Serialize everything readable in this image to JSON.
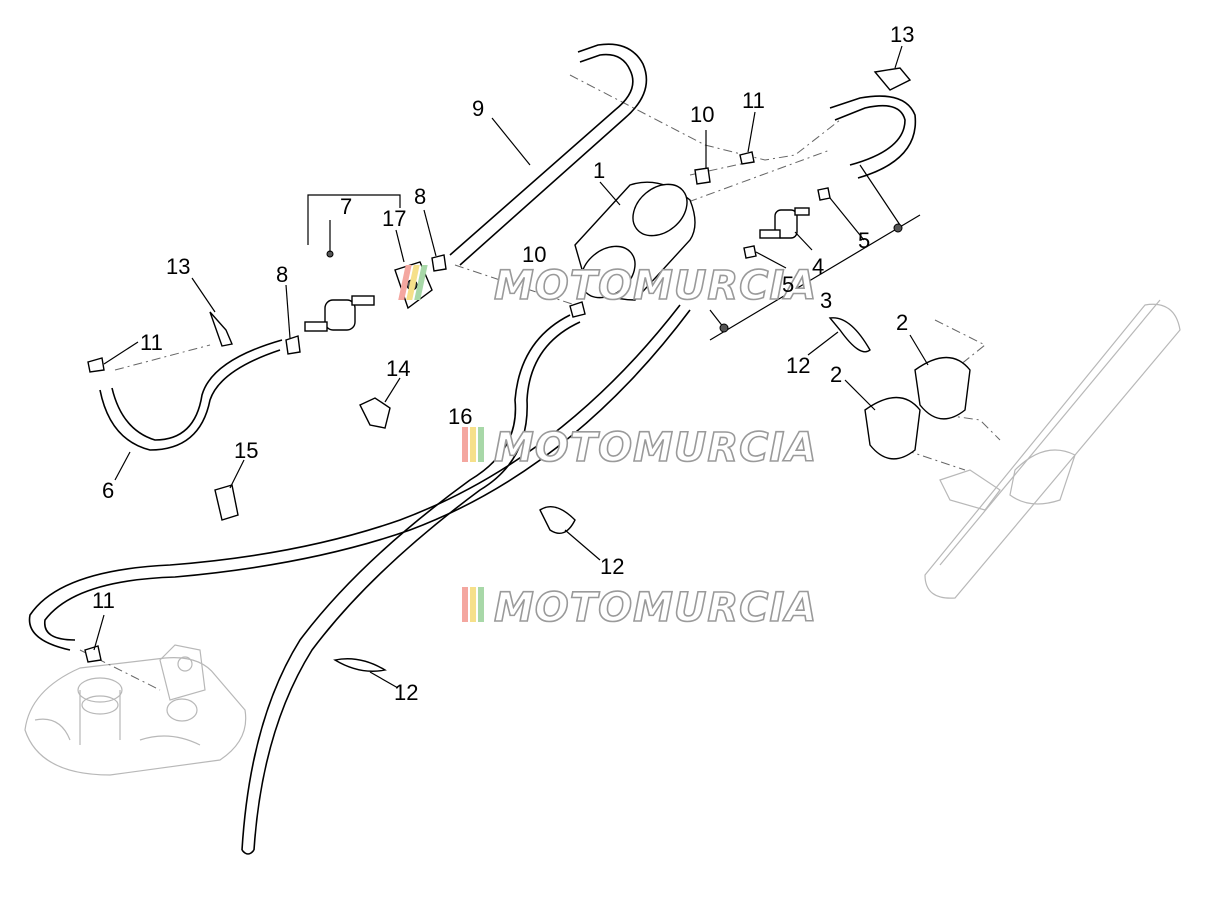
{
  "diagram": {
    "callouts": [
      {
        "id": "c1",
        "text": "1"
      },
      {
        "id": "c2a",
        "text": "2"
      },
      {
        "id": "c2b",
        "text": "2"
      },
      {
        "id": "c3",
        "text": "3"
      },
      {
        "id": "c4",
        "text": "4"
      },
      {
        "id": "c5a",
        "text": "5"
      },
      {
        "id": "c5b",
        "text": "5"
      },
      {
        "id": "c6",
        "text": "6"
      },
      {
        "id": "c7",
        "text": "7"
      },
      {
        "id": "c8a",
        "text": "8"
      },
      {
        "id": "c8b",
        "text": "8"
      },
      {
        "id": "c9",
        "text": "9"
      },
      {
        "id": "c10a",
        "text": "10"
      },
      {
        "id": "c10b",
        "text": "10"
      },
      {
        "id": "c11a",
        "text": "11"
      },
      {
        "id": "c11b",
        "text": "11"
      },
      {
        "id": "c11c",
        "text": "11"
      },
      {
        "id": "c12a",
        "text": "12"
      },
      {
        "id": "c12b",
        "text": "12"
      },
      {
        "id": "c12c",
        "text": "12"
      },
      {
        "id": "c13a",
        "text": "13"
      },
      {
        "id": "c13b",
        "text": "13"
      },
      {
        "id": "c14",
        "text": "14"
      },
      {
        "id": "c15",
        "text": "15"
      },
      {
        "id": "c16",
        "text": "16"
      },
      {
        "id": "c17",
        "text": "17"
      }
    ]
  },
  "watermark": {
    "text": "MOTOMURCIA",
    "stripe_colors": [
      "#f4a7a0",
      "#f6e08a",
      "#a8d8a8"
    ]
  }
}
